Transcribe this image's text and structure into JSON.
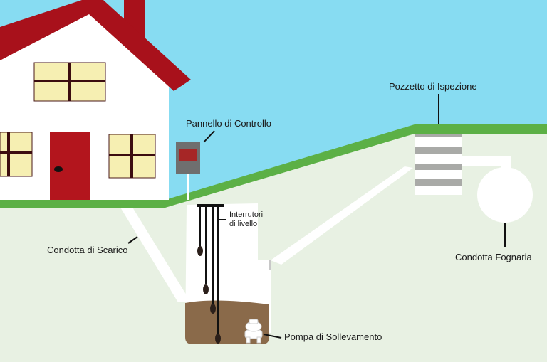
{
  "labels": {
    "control_panel": "Pannello di Controllo",
    "level_switches_line1": "Interrutori",
    "level_switches_line2": "di livello",
    "inspection_well": "Pozzetto di Ispezione",
    "discharge_pipe": "Condotta di Scarico",
    "sewer_pipe": "Condotta Fognaria",
    "lift_pump": "Pompa di Sollevamento"
  },
  "colors": {
    "sky": "#87dcf2",
    "ground": "#e8f1e3",
    "grass": "#5cb046",
    "roof": "#a8111b",
    "house_wall": "#ffffff",
    "window_fill": "#f6efb2",
    "window_frame": "#3c0d10",
    "door": "#b3151d",
    "panel_body": "#6f6f6f",
    "panel_screen": "#a62626",
    "sump_sludge": "#8a6a4a",
    "pipe": "#ffffff",
    "well_band": "#a9aaa7",
    "float": "#2b1f1a"
  }
}
